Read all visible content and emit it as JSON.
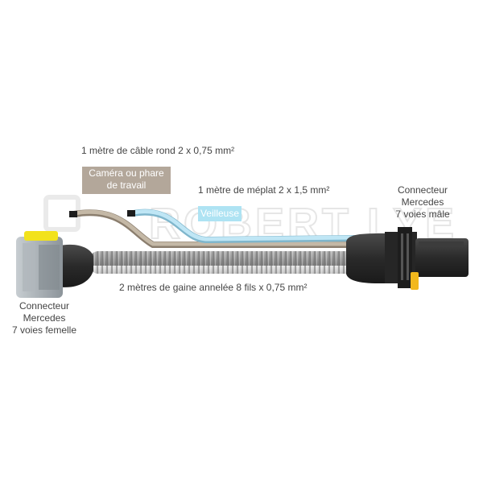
{
  "watermark": "ROBERT LYE",
  "labels": {
    "round_cable": "1 mètre de câble rond 2 x 0,75 mm²",
    "flat_cable": "1 mètre de méplat 2 x 1,5 mm²",
    "sheath": "2 mètres de gaine annelée 8 fils x 0,75 mm²",
    "male_connector": [
      "Connecteur",
      "Mercedes",
      "7 voies mâle"
    ],
    "female_connector": [
      "Connecteur",
      "Mercedes",
      "7 voies femelle"
    ]
  },
  "tags": {
    "camera": [
      "Caméra ou phare",
      "de travail"
    ],
    "veilleuse": "Veilleuse"
  },
  "colors": {
    "camera_tag": "#b3a79a",
    "veilleuse_tag": "#aee3f3",
    "connector_yellow": "#f2e21c",
    "round_cable": "#c4b8a6",
    "flat_cable": "#bfe6f5",
    "sheath": "#b9b9b9",
    "black_sleeve": "#2b2b2b",
    "female_body": "#9aa2a8"
  }
}
